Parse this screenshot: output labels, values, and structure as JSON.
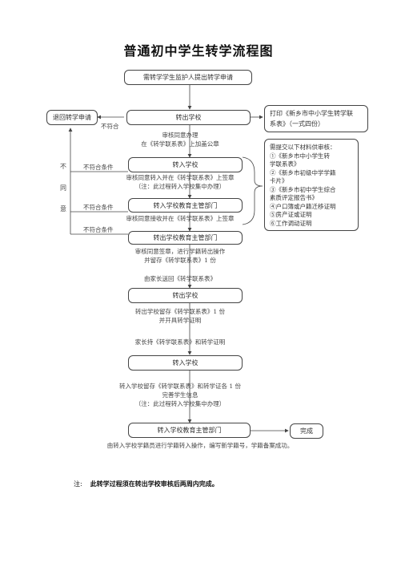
{
  "title": "普通初中学生转学流程图",
  "boxes": {
    "apply": "需转学学生监护人提出转学申请",
    "transfer_out_school": "转出学校",
    "return_application": "退回转学申请",
    "transfer_in_school": "转入学校",
    "transfer_in_bureau": "转入学校教育主管部门",
    "transfer_out_bureau": "转出学校教育主管部门",
    "transfer_out_school_2": "转出学校",
    "transfer_in_school_2": "转入学校",
    "transfer_in_bureau_2": "转入学校教育主管部门",
    "complete": "完成",
    "print_form": [
      "打印《新乡市中小学生转学联",
      "系表》（一式四份）"
    ],
    "materials": [
      "需提交以下材料供审核：",
      "①《新乡市中小学生转",
      "学联系表》",
      "②《新乡市初级中学学籍",
      "卡片》",
      "③《新乡市初中学生综合",
      "素质评定报告书》",
      "④户口簿或户籍迁移证明",
      "⑤房产证或证明",
      "⑥工作调动证明"
    ]
  },
  "labels": {
    "not_meet_1": "不符合",
    "not_meet_2": "不符合条件",
    "not_meet_3": "不符合条件",
    "not_meet_4": "不符合条件",
    "vertical": [
      "不",
      "同",
      "意"
    ],
    "step1": [
      "审核同意办理",
      "在《转学联系表》上加盖公章"
    ],
    "step2": [
      "审核同意转入并在《转学联系表》上签章",
      "（注：此过程转入学校集中办理）"
    ],
    "step3": "审核同意接收并在《转学联系表》上签章",
    "step4": [
      "审核同意签章，进行学籍转出操作",
      "并留存《转学联系表》1 份"
    ],
    "step5": "由家长送回《转学联系表》",
    "step6": [
      "转出学校留存《转学联系表》1 份",
      "并开具转学证明"
    ],
    "step7": "家长持《转学联系表》和转学证明",
    "step8": [
      "转入学校留存《转学联系表》和转学证各 1 份",
      "完善学生信息",
      "（注：此过程转入学校集中办理）"
    ],
    "step9": "由转入学校学籍员进行学籍转入操作，编写新学籍号，学籍备案成功。"
  },
  "note": {
    "label": "注:",
    "text": "此转学过程须在转出学校审核后两周内完成。"
  }
}
